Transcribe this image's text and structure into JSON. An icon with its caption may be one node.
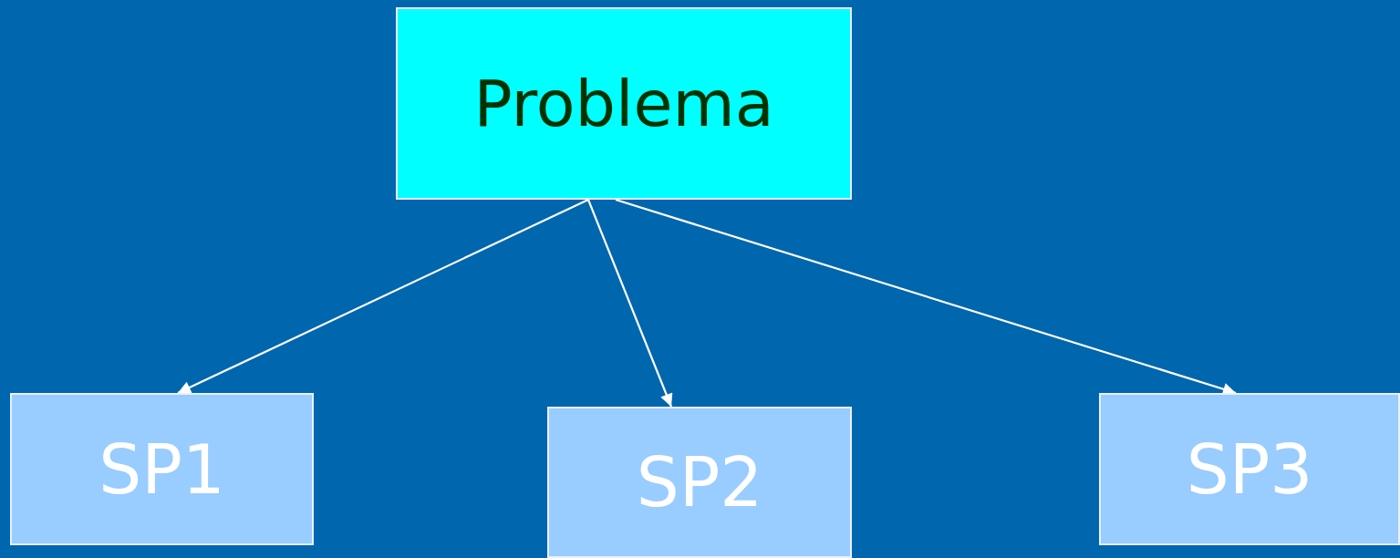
{
  "diagram": {
    "nodes": [
      {
        "text": [
          "Problema"
        ]
      },
      {
        "text": [
          "SP1"
        ]
      },
      {
        "text": [
          "SP2"
        ]
      },
      {
        "text": [
          "SP3"
        ]
      }
    ],
    "edges": [
      {
        "from": 0,
        "to": 1,
        "arrow": "to"
      },
      {
        "from": 0,
        "to": 2,
        "arrow": "to"
      },
      {
        "from": 0,
        "to": 3,
        "arrow": "to"
      }
    ]
  }
}
